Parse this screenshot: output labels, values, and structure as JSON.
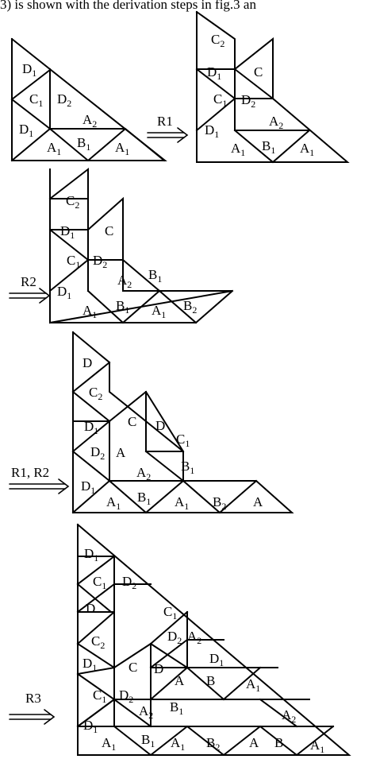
{
  "header": {
    "text": "3) is shown with the derivation steps in fig.3 an"
  },
  "rules": [
    "R1",
    "R2",
    "R1, R2",
    "R3"
  ],
  "stages": [
    {
      "name": "stage-initial",
      "labels": [
        {
          "t": "D",
          "s": "1"
        },
        {
          "t": "C",
          "s": "1"
        },
        {
          "t": "D",
          "s": "2"
        },
        {
          "t": "A",
          "s": "2"
        },
        {
          "t": "D",
          "s": "1"
        },
        {
          "t": "A",
          "s": "1"
        },
        {
          "t": "B",
          "s": "1"
        },
        {
          "t": "A",
          "s": "1"
        }
      ]
    },
    {
      "name": "stage-after-r1",
      "labels": [
        {
          "t": "C",
          "s": "2"
        },
        {
          "t": "D",
          "s": "1"
        },
        {
          "t": "C",
          "s": ""
        },
        {
          "t": "C",
          "s": "1"
        },
        {
          "t": "D",
          "s": "2"
        },
        {
          "t": "A",
          "s": "2"
        },
        {
          "t": "D",
          "s": "1"
        },
        {
          "t": "A",
          "s": "1"
        },
        {
          "t": "B",
          "s": "1"
        },
        {
          "t": "A",
          "s": "1"
        }
      ]
    },
    {
      "name": "stage-after-r2",
      "labels": [
        {
          "t": "C",
          "s": "2"
        },
        {
          "t": "D",
          "s": "1"
        },
        {
          "t": "C",
          "s": ""
        },
        {
          "t": "C",
          "s": "1"
        },
        {
          "t": "D",
          "s": "2"
        },
        {
          "t": "A",
          "s": "2"
        },
        {
          "t": "B",
          "s": "1"
        },
        {
          "t": "D",
          "s": "1"
        },
        {
          "t": "A",
          "s": "1"
        },
        {
          "t": "B",
          "s": "1"
        },
        {
          "t": "A",
          "s": "1"
        },
        {
          "t": "B",
          "s": "2"
        }
      ]
    },
    {
      "name": "stage-after-r1-r2",
      "labels": [
        {
          "t": "D",
          "s": ""
        },
        {
          "t": "C",
          "s": "2"
        },
        {
          "t": "D",
          "s": "1"
        },
        {
          "t": "C",
          "s": ""
        },
        {
          "t": "D",
          "s": ""
        },
        {
          "t": "C",
          "s": "1"
        },
        {
          "t": "D",
          "s": "2"
        },
        {
          "t": "A",
          "s": ""
        },
        {
          "t": "A",
          "s": "2"
        },
        {
          "t": "B",
          "s": "1"
        },
        {
          "t": "D",
          "s": "1"
        },
        {
          "t": "A",
          "s": "1"
        },
        {
          "t": "B",
          "s": "1"
        },
        {
          "t": "A",
          "s": "1"
        },
        {
          "t": "B",
          "s": "2"
        },
        {
          "t": "A",
          "s": ""
        }
      ]
    },
    {
      "name": "stage-after-r3",
      "labels": [
        {
          "t": "D",
          "s": "1"
        },
        {
          "t": "C",
          "s": "1"
        },
        {
          "t": "D",
          "s": "2"
        },
        {
          "t": "D",
          "s": ""
        },
        {
          "t": "D",
          "s": "1"
        },
        {
          "t": "C",
          "s": "2"
        },
        {
          "t": "C",
          "s": "1"
        },
        {
          "t": "D",
          "s": "2"
        },
        {
          "t": "A",
          "s": "2"
        },
        {
          "t": "D",
          "s": "1"
        },
        {
          "t": "C",
          "s": ""
        },
        {
          "t": "D",
          "s": ""
        },
        {
          "t": "A",
          "s": ""
        },
        {
          "t": "B",
          "s": ""
        },
        {
          "t": "A",
          "s": "1"
        },
        {
          "t": "C",
          "s": "1"
        },
        {
          "t": "D",
          "s": "2"
        },
        {
          "t": "A",
          "s": "2"
        },
        {
          "t": "B",
          "s": "1"
        },
        {
          "t": "A",
          "s": "2"
        },
        {
          "t": "D",
          "s": "1"
        },
        {
          "t": "A",
          "s": "1"
        },
        {
          "t": "B",
          "s": "1"
        },
        {
          "t": "A",
          "s": "1"
        },
        {
          "t": "B",
          "s": "2"
        },
        {
          "t": "A",
          "s": ""
        },
        {
          "t": "B",
          "s": ""
        },
        {
          "t": "A",
          "s": "1"
        }
      ]
    }
  ]
}
